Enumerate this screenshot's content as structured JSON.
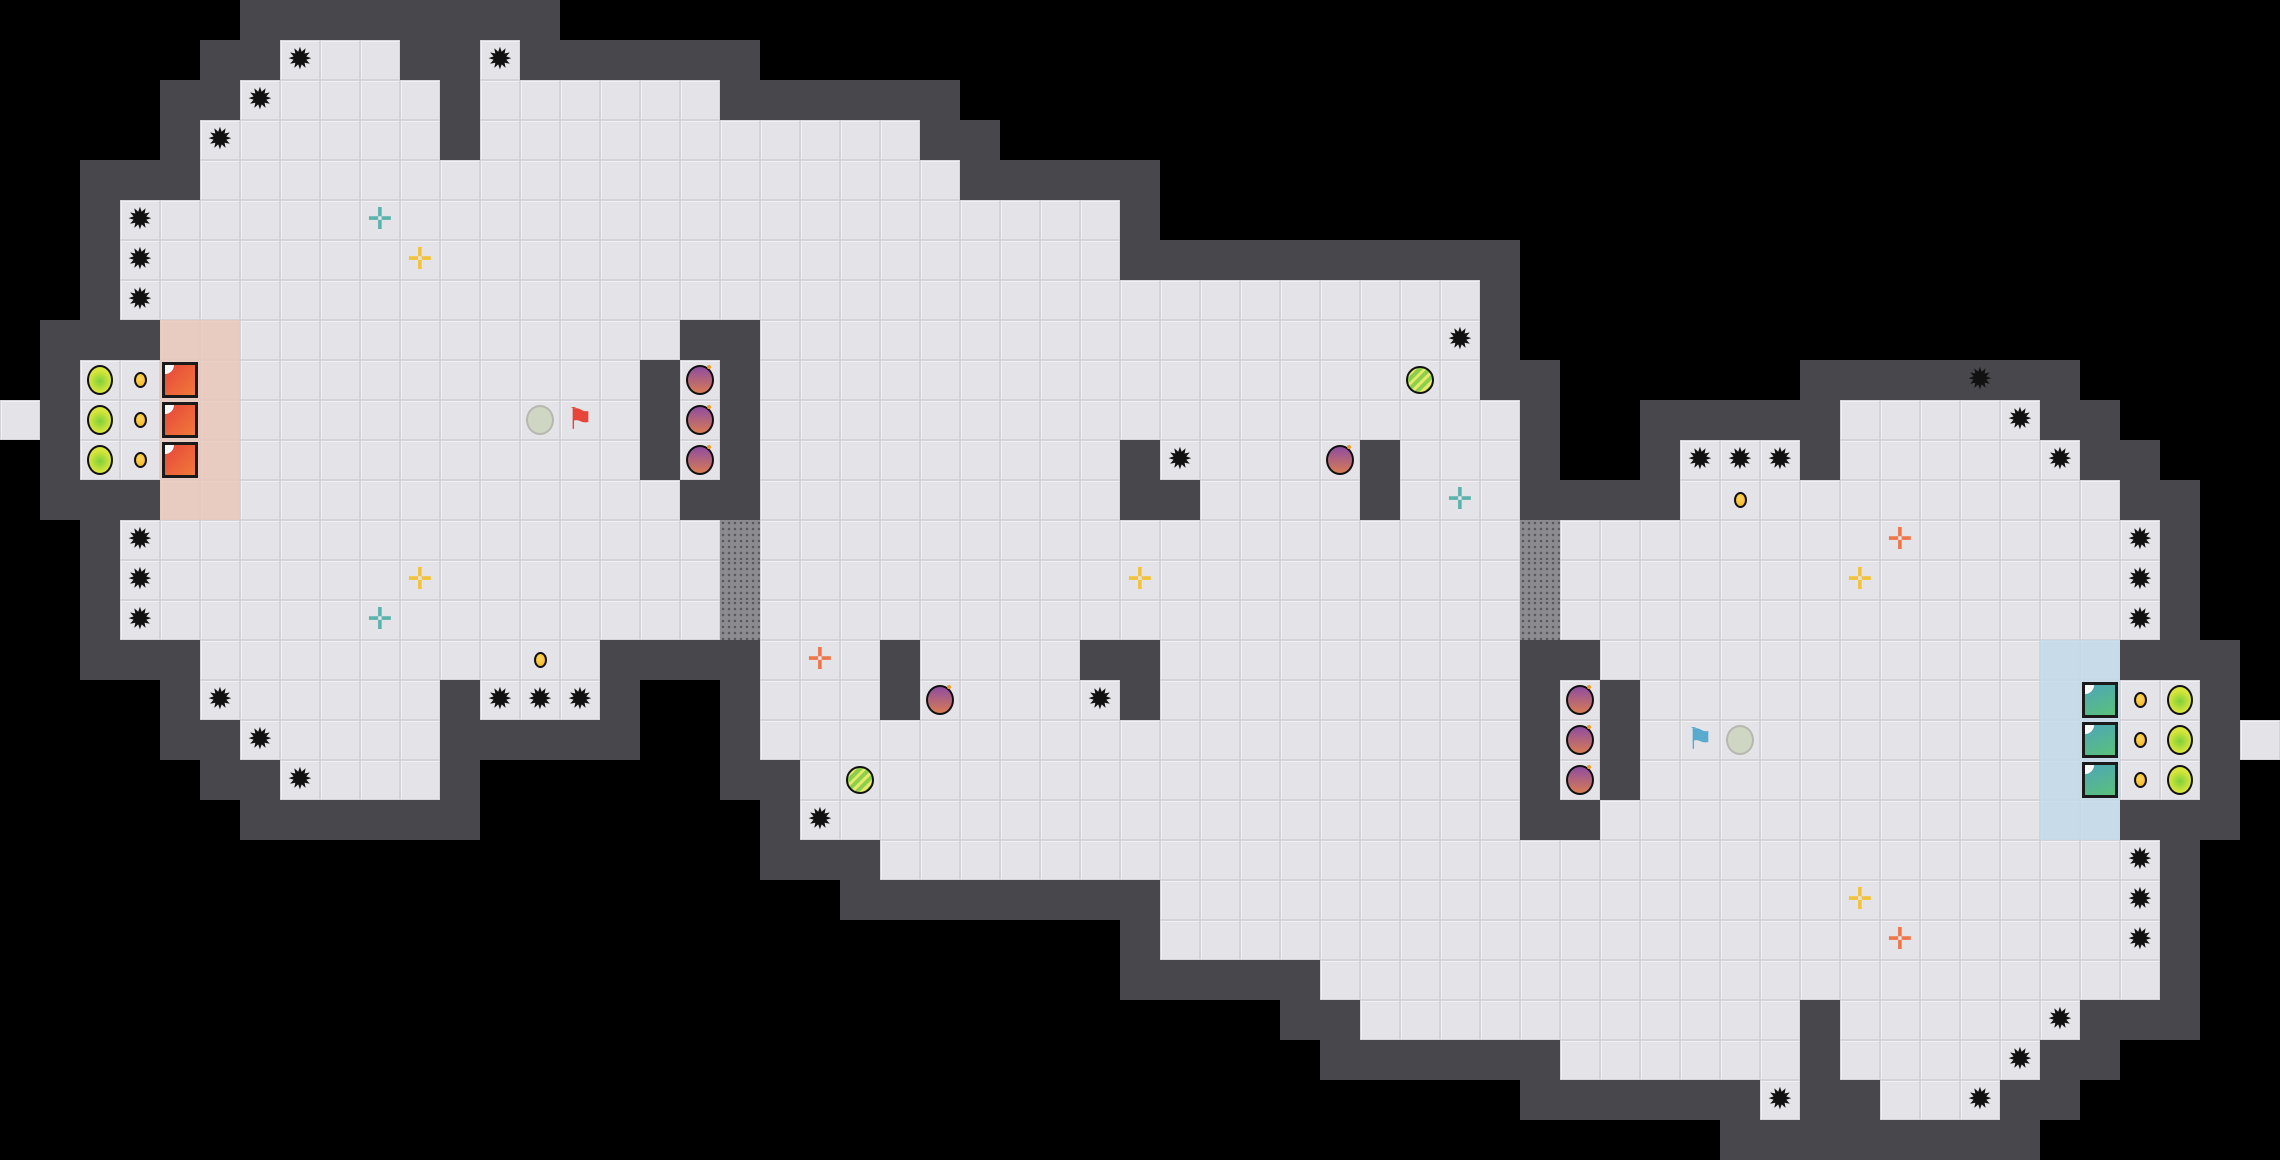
{
  "level": {
    "name": "arena-map",
    "colors": {
      "floor": "#e4e4e8",
      "wall": "#48484c",
      "background": "#000000",
      "red_team_zone": "#e9c8bb",
      "blue_team_zone": "#c3d9e8",
      "red_block": "#e8453a",
      "blue_block": "#4ea6b8",
      "yellow_ball": "#d8e63a",
      "gold_dot": "#f2b21c",
      "bomb": "#9b4c8c",
      "cross_teal": "#5bb3ad",
      "cross_yellow": "#f2c23a",
      "cross_orange": "#ef7648",
      "red_flag": "#e8453a",
      "blue_flag": "#5aa9cf"
    },
    "entity_types": [
      "spike-gear",
      "yellow-ball",
      "gold-dot",
      "red-block",
      "blue-block",
      "bomb",
      "red-flag",
      "blue-flag",
      "spawn-marker",
      "boost-cross",
      "powerup-ball"
    ]
  }
}
